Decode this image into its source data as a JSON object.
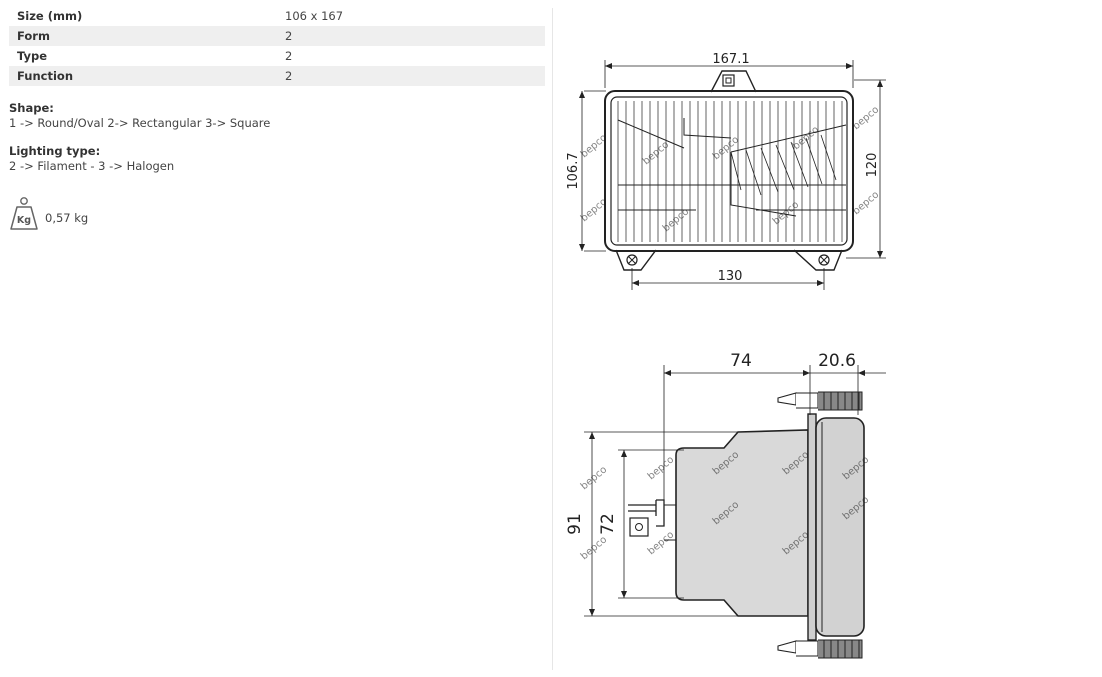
{
  "specs": [
    {
      "key": "Size (mm)",
      "value": "106 x 167"
    },
    {
      "key": "Form",
      "value": "2"
    },
    {
      "key": "Type",
      "value": "2"
    },
    {
      "key": "Function",
      "value": "2"
    }
  ],
  "shape": {
    "heading": "Shape:",
    "text": "1 -> Round/Oval 2-> Rectangular 3-> Square"
  },
  "lighting": {
    "heading": "Lighting type:",
    "text": "2 -> Filament - 3 -> Halogen"
  },
  "weight": {
    "icon": "kg-weight-icon",
    "icon_label": "Kg",
    "value": "0,57 kg"
  },
  "drawing": {
    "front": {
      "top": "167.1",
      "bottom": "130",
      "left": "106.7",
      "right": "120"
    },
    "side": {
      "depth": "74",
      "flange": "20.6",
      "outer": "91",
      "inner": "72"
    },
    "watermark": "bepco"
  }
}
